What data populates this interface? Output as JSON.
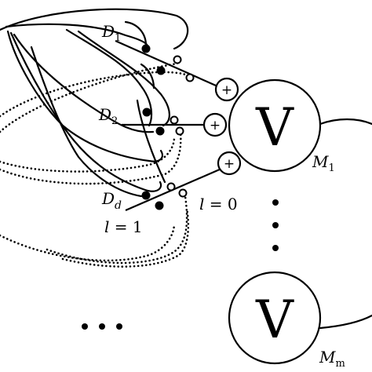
{
  "neurons": {
    "d1": {
      "label": "D",
      "sub": "1"
    },
    "d2": {
      "label": "D",
      "sub": "2"
    },
    "dd": {
      "label": "D",
      "sub": "d"
    },
    "plus_symbol": "+",
    "m1": {
      "label": "M",
      "sub": "1",
      "glyph": "V"
    },
    "mm": {
      "label": "M",
      "sub": "m",
      "glyph": "V"
    }
  },
  "labels": {
    "l_one": {
      "var": "l",
      "rest": " = 1"
    },
    "l_zero": {
      "var": "l",
      "rest": " = 0"
    }
  },
  "ellipsis_symbol": "•"
}
